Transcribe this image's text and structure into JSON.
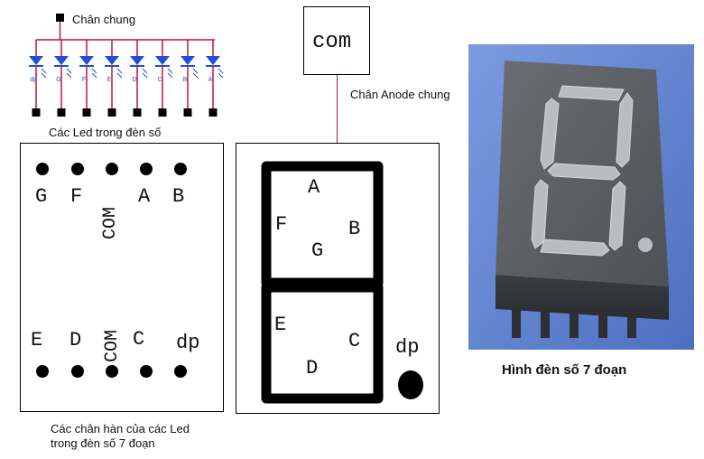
{
  "schematic": {
    "common_label": "Chân chung",
    "led_labels": [
      "dp",
      "G",
      "F",
      "E",
      "D",
      "C",
      "B",
      "A"
    ],
    "caption": "Các Led trong đèn số",
    "wire_color": "#c0143c",
    "led_color": "#1f4fd6"
  },
  "com_box": {
    "label": "com"
  },
  "anode_label": "Chân Anode chung",
  "pin_panel": {
    "top_labels": [
      "G",
      "F",
      "COM",
      "A",
      "B"
    ],
    "bottom_labels": [
      "E",
      "D",
      "COM",
      "C",
      "dp"
    ],
    "caption_line1": "Các chân hàn của các Led",
    "caption_line2": "trong đèn số 7 đoạn"
  },
  "segment_panel": {
    "segments": [
      "A",
      "B",
      "F",
      "G",
      "E",
      "C",
      "D"
    ],
    "dp_label": "dp"
  },
  "photo": {
    "caption": "Hình đèn số 7 đoạn"
  }
}
